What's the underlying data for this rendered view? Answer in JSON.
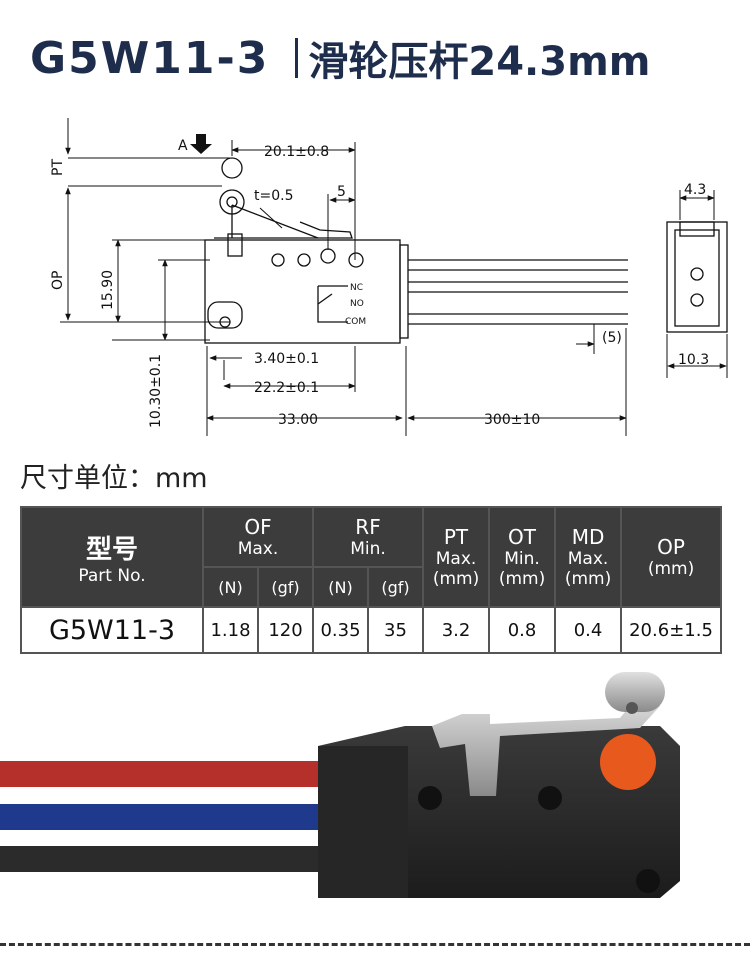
{
  "header": {
    "model": "G5W11-3",
    "description": "滑轮压杆24.3mm"
  },
  "drawing": {
    "labels": {
      "force_a": "A",
      "pt": "PT",
      "op": "OP",
      "dim_20_1": "20.1±0.8",
      "t": "t=0.5",
      "dim_5": "5",
      "dim_15_90": "15.90",
      "dim_10_30": "10.30±0.1",
      "dim_3_40": "3.40±0.1",
      "dim_22_2": "22.2±0.1",
      "dim_33": "33.00",
      "dim_300": "300±10",
      "dim_5b": "(5)",
      "dim_4_3": "4.3",
      "dim_10_3": "10.3",
      "nc": "NC",
      "no": "NO",
      "com": "COM"
    }
  },
  "units_label": "尺寸单位：mm",
  "table": {
    "model_zh": "型号",
    "model_en": "Part No.",
    "of_label": "OF",
    "of_sub": "Max.",
    "rf_label": "RF",
    "rf_sub": "Min.",
    "pt_label": "PT",
    "pt_sub": "Max.",
    "pt_unit": "(mm)",
    "ot_label": "OT",
    "ot_sub": "Min.",
    "ot_unit": "(mm)",
    "md_label": "MD",
    "md_sub": "Max.",
    "md_unit": "(mm)",
    "op_label": "OP",
    "op_unit": "(mm)",
    "unit_n": "(N)",
    "unit_gf": "(gf)",
    "row": {
      "part_no": "G5W11-3",
      "of_n": "1.18",
      "of_gf": "120",
      "rf_n": "0.35",
      "rf_gf": "35",
      "pt": "3.2",
      "ot": "0.8",
      "md": "0.4",
      "op": "20.6±1.5"
    }
  },
  "colors": {
    "title": "#1f2d4d",
    "header_bg": "#3c3c3c",
    "wire_red": "#b5302a",
    "wire_blue": "#1f3a8c",
    "wire_black": "#2b2b2b",
    "roller": "#e8591e"
  }
}
